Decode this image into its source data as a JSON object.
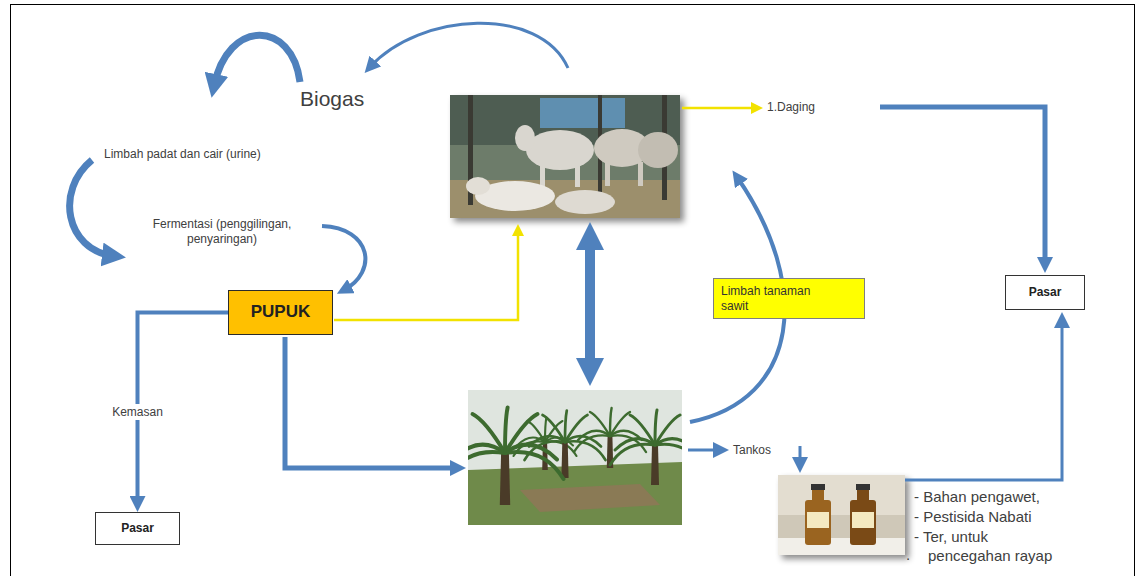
{
  "diagram": {
    "nodes": [
      {
        "text": [
          "PUPUK"
        ]
      },
      {
        "text": [
          "Limbah tanaman sawit"
        ]
      },
      {
        "text": [
          "Pasar"
        ]
      },
      {
        "text": [
          "Pasar"
        ]
      }
    ],
    "edges": [
      {
        "from": 0,
        "to": 3,
        "label": "Kemasan",
        "arrow": "to"
      }
    ],
    "labels": [
      "Biogas",
      "Limbah padat dan cair (urine)",
      "Fermentasi (penggilingan, penyaringan)",
      "1.Daging",
      "Tankos",
      "- Bahan pengawet,",
      "- Pestisida Nabati",
      "- Ter, untuk pencegahan rayap",
      "."
    ]
  }
}
